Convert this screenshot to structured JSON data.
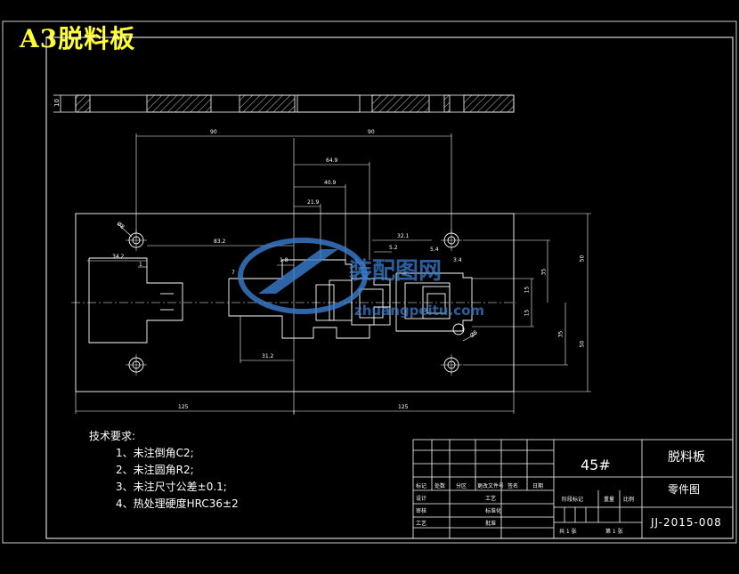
{
  "sheet_title": "A3脱料板",
  "dimensions": {
    "d90_left": "90",
    "d90_right": "90",
    "d64_9": "64.9",
    "d40_9": "40.9",
    "d21_9": "21.9",
    "d32_1": "32.1",
    "d5_2": "5.2",
    "d5_4": "5.4",
    "d3_4": "3.4",
    "d34_2": "34.2",
    "d1": "1",
    "d83_2": "83.2",
    "d7": "7",
    "d1_8": "1.8",
    "d31_2": "31.2",
    "d125_left": "125",
    "d125_right": "125",
    "d50_top": "50",
    "d50_bottom": "50",
    "d35_top": "35",
    "d35_bottom": "35",
    "d15_top": "15",
    "d15_bottom": "15",
    "d10_thk": "10",
    "d_hole_tl": "Ø8",
    "d_hole_br": "Ø8"
  },
  "tech_requirements": {
    "heading": "技术要求:",
    "items": [
      "1、未注倒角C2;",
      "2、未注圆角R2;",
      "3、未注尺寸公差±0.1;",
      "4、热处理硬度HRC36±2"
    ]
  },
  "title_block": {
    "material": "45#",
    "part_name": "脱料板",
    "drawing_type": "零件图",
    "drawing_number": "JJ-2015-008",
    "labels": {
      "mark": "标记",
      "count": "处数",
      "zone": "分区",
      "change_doc": "更改文件号",
      "signature": "签名",
      "date": "日期",
      "design": "设计",
      "standardize": "标准化",
      "review": "审核",
      "process": "工艺",
      "approve": "批准",
      "craft": "工艺",
      "stage_mark": "阶段标记",
      "weight": "重量",
      "scale": "比例",
      "sheets_total": "共 1 张",
      "sheet_no": "第 1 张"
    }
  },
  "watermark": {
    "brand": "装配图网",
    "url": "zhuangpeitu.com"
  },
  "colors": {
    "background": "#000000",
    "title": "#ffff33",
    "lines": "#ffffff",
    "dims": "#ffffff",
    "watermark": "#3a7fd0"
  }
}
